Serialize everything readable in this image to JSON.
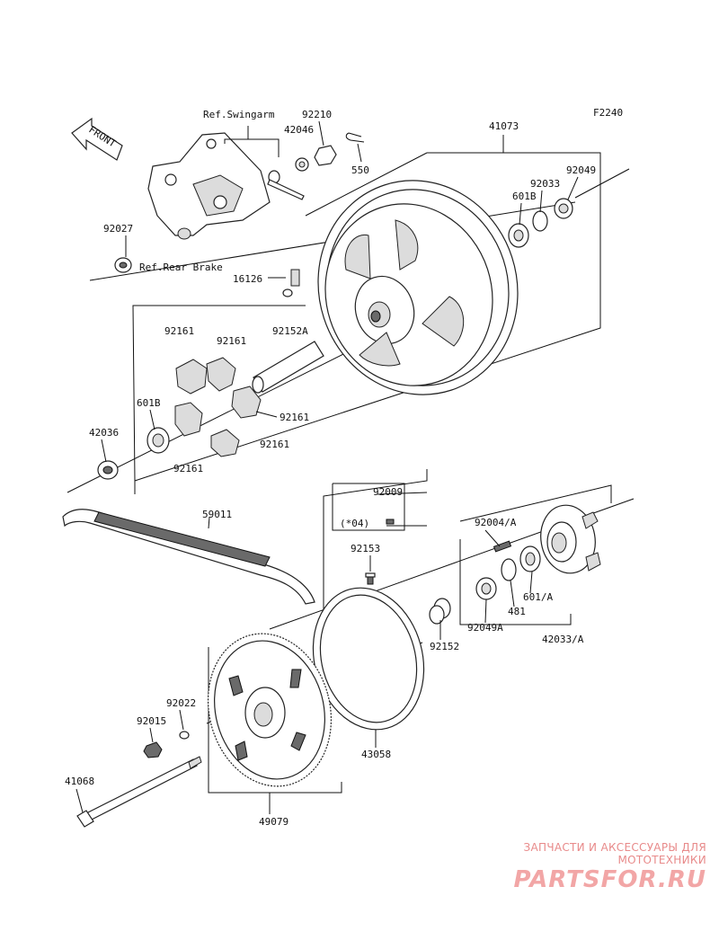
{
  "diagram_code": "F2240",
  "front_label": "FRONT",
  "refs": {
    "swingarm": "Ref.Swingarm",
    "rear_brake": "Ref.Rear Brake"
  },
  "note_04": "(*04)",
  "parts": {
    "p41073": "41073",
    "p92210": "92210",
    "p42046": "42046",
    "p550": "550",
    "p92049": "92049",
    "p92033": "92033",
    "p601B_top": "601B",
    "p92027": "92027",
    "p16126": "16126",
    "p92161_a": "92161",
    "p92161_b": "92161",
    "p92161_c": "92161",
    "p92161_d": "92161",
    "p92161_e": "92161",
    "p92152A": "92152A",
    "p601B_left": "601B",
    "p42036": "42036",
    "p59011": "59011",
    "p92009": "92009",
    "p92004A": "92004/A",
    "p92153": "92153",
    "p601A": "601/A",
    "p481": "481",
    "p92049A": "92049A",
    "p42033A": "42033/A",
    "p92152": "92152",
    "p92022": "92022",
    "p92015": "92015",
    "p43058": "43058",
    "p41068": "41068",
    "p49079": "49079"
  },
  "watermark": {
    "tagline": "ЗАПЧАСТИ И АКСЕССУАРЫ ДЛЯ МОТОТЕХНИКИ",
    "logo": "PARTSFOR.RU"
  }
}
